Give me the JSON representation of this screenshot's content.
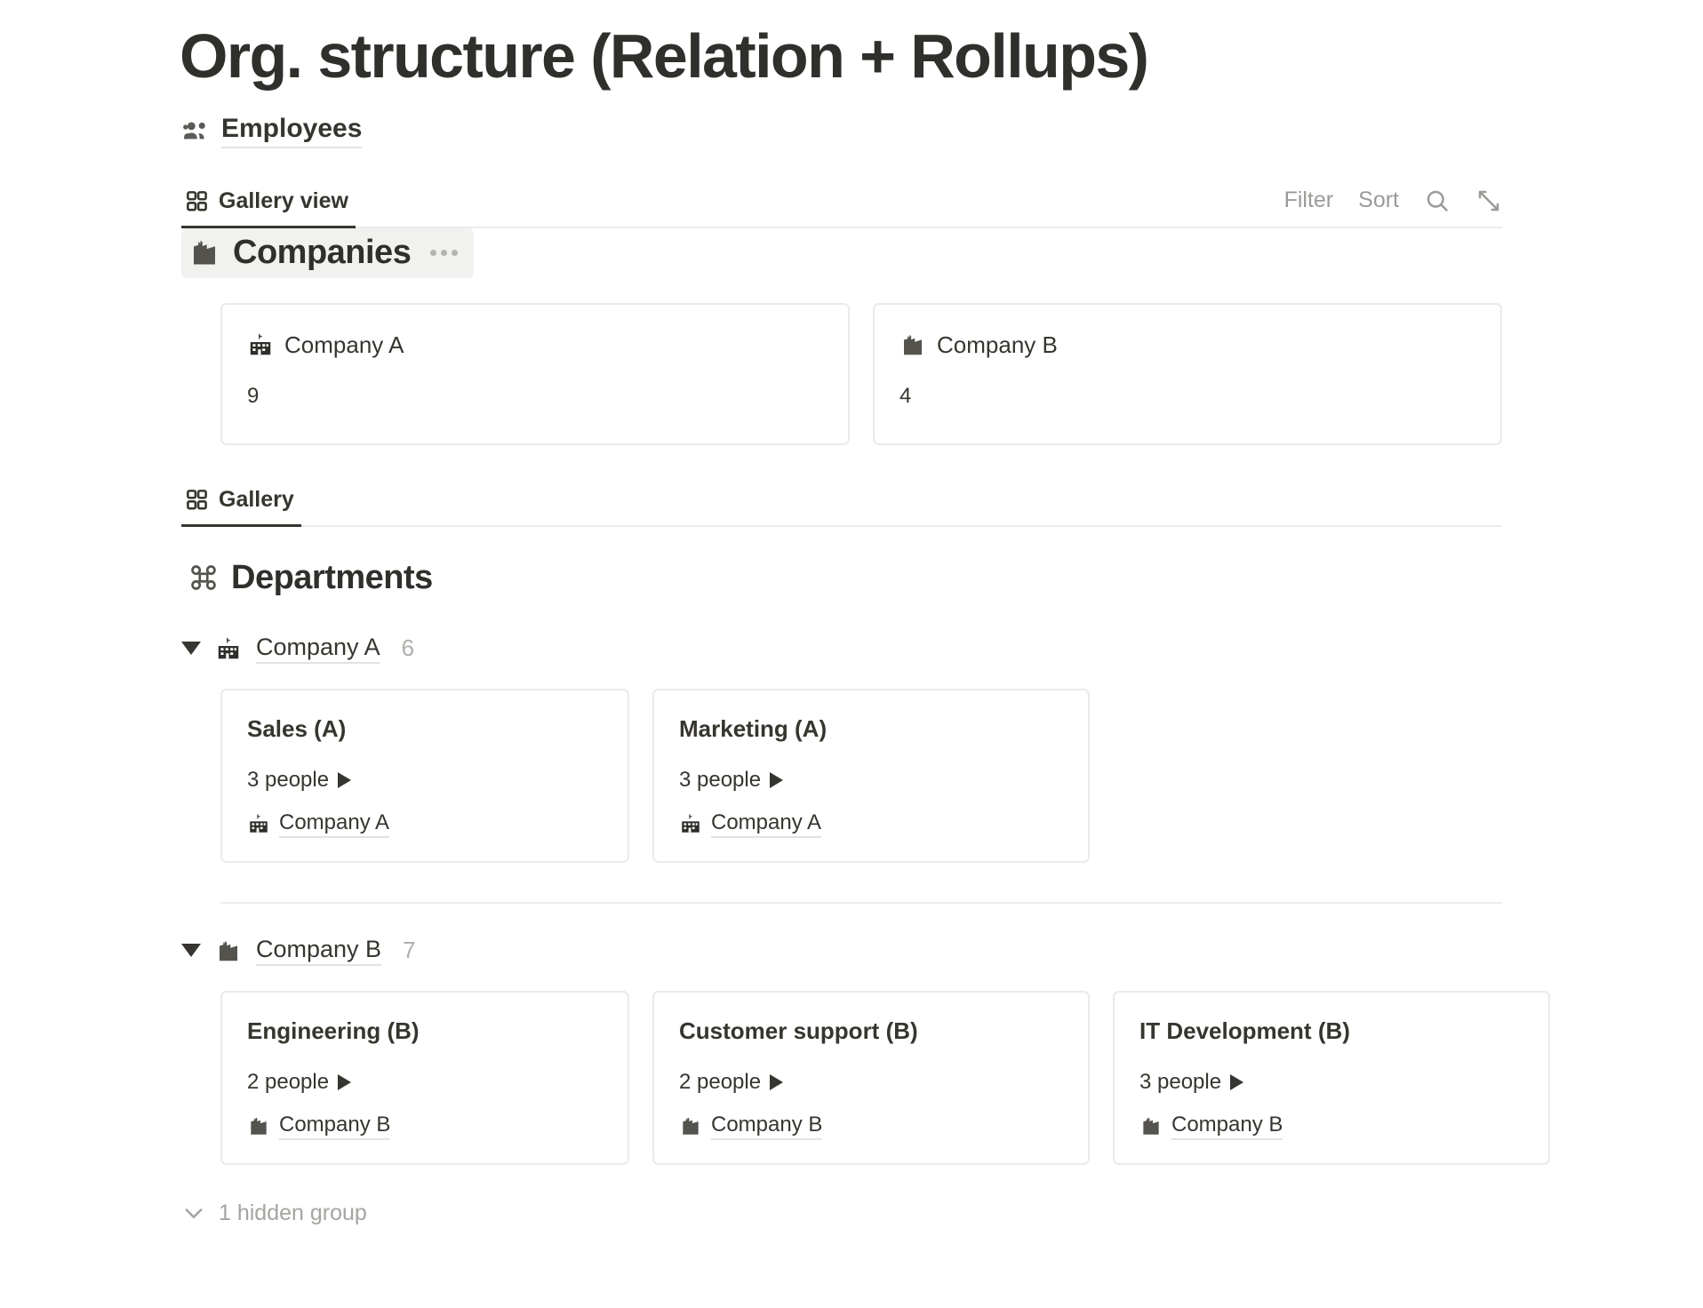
{
  "page": {
    "title": "Org. structure (Relation + Rollups)"
  },
  "employees_link": {
    "icon": "people-group-icon",
    "label": "Employees"
  },
  "view_toolbar": {
    "tab": {
      "icon": "gallery-grid-icon",
      "label": "Gallery view"
    },
    "filter_label": "Filter",
    "sort_label": "Sort",
    "search_icon": "search-icon",
    "expand_icon": "expand-diagonal-icon"
  },
  "companies_section": {
    "icon": "factory-building-icon",
    "title": "Companies",
    "menu_icon": "ellipsis-icon",
    "cards": [
      {
        "icon": "school-building-icon",
        "title": "Company A",
        "count": "9"
      },
      {
        "icon": "factory-building-icon",
        "title": "Company B",
        "count": "4"
      }
    ]
  },
  "gallery_toolbar": {
    "tab": {
      "icon": "gallery-grid-icon",
      "label": "Gallery"
    }
  },
  "departments_section": {
    "icon": "command-icon",
    "title": "Departments",
    "groups": [
      {
        "toggle_icon": "triangle-down-icon",
        "icon": "school-building-icon",
        "label": "Company A",
        "count": "6",
        "cards": [
          {
            "title": "Sales (A)",
            "people": "3 people",
            "relation_icon": "school-building-icon",
            "relation": "Company A"
          },
          {
            "title": "Marketing (A)",
            "people": "3 people",
            "relation_icon": "school-building-icon",
            "relation": "Company A"
          }
        ]
      },
      {
        "toggle_icon": "triangle-down-icon",
        "icon": "factory-building-icon",
        "label": "Company B",
        "count": "7",
        "cards": [
          {
            "title": "Engineering (B)",
            "people": "2 people",
            "relation_icon": "factory-building-icon",
            "relation": "Company B"
          },
          {
            "title": "Customer support (B)",
            "people": "2 people",
            "relation_icon": "factory-building-icon",
            "relation": "Company B"
          },
          {
            "title": "IT Development (B)",
            "people": "3 people",
            "relation_icon": "factory-building-icon",
            "relation": "Company B"
          }
        ]
      }
    ],
    "hidden_group": {
      "icon": "chevron-down-icon",
      "label": "1 hidden group"
    }
  },
  "colors": {
    "text": "#37352f",
    "muted": "#9b9a97",
    "border": "#eceae7",
    "highlight_bg": "#f1f1ef"
  }
}
